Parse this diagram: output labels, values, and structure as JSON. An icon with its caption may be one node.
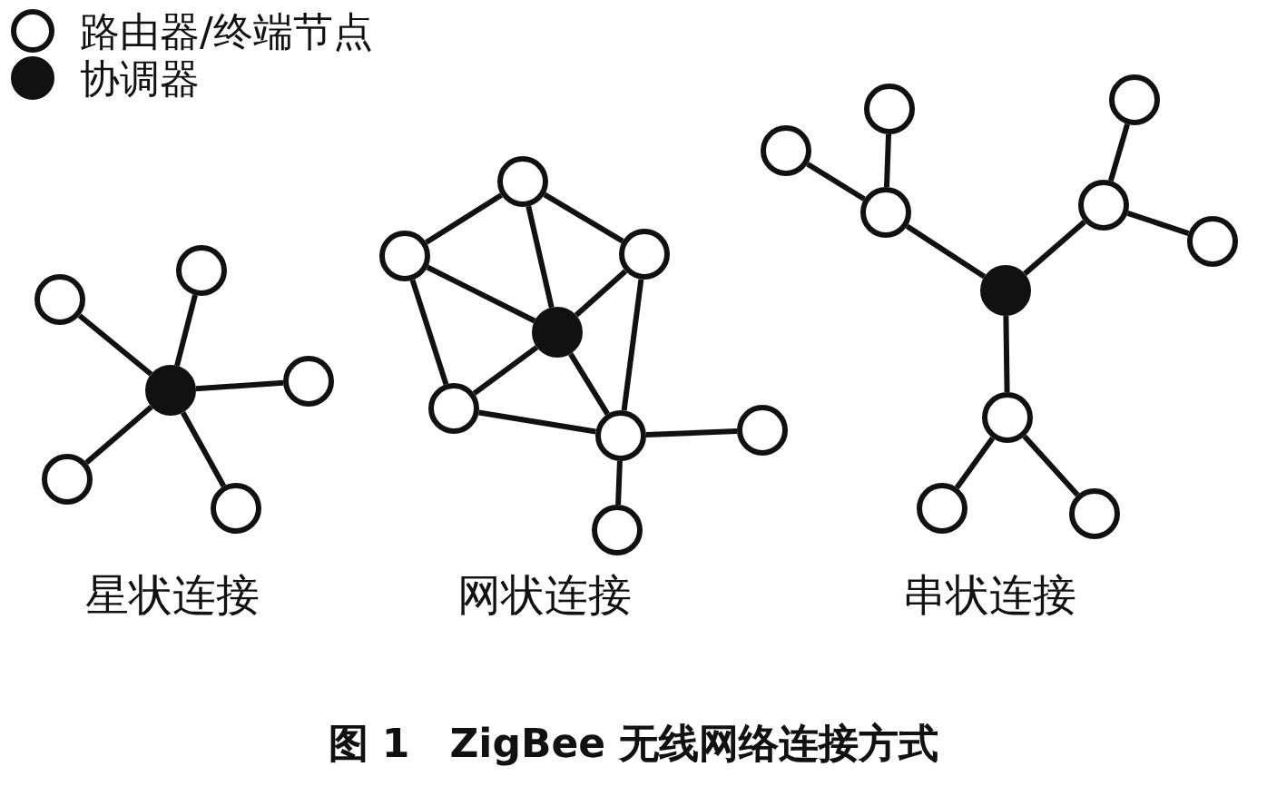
{
  "diagram": {
    "caption": "图 1　ZigBee 无线网络连接方式",
    "nodes": [
      {
        "text": [],
        "shape": "circle"
      },
      {
        "text": [],
        "shape": "circle"
      },
      {
        "text": [],
        "shape": "circle"
      },
      {
        "text": [],
        "shape": "dot"
      },
      {
        "text": [],
        "shape": "circle"
      },
      {
        "text": [],
        "shape": "circle"
      },
      {
        "text": [],
        "shape": "circle"
      },
      {
        "text": [],
        "shape": "circle"
      },
      {
        "text": [],
        "shape": "circle"
      },
      {
        "text": [],
        "shape": "dot"
      },
      {
        "text": [],
        "shape": "circle"
      },
      {
        "text": [],
        "shape": "circle"
      },
      {
        "text": [],
        "shape": "circle"
      },
      {
        "text": [],
        "shape": "circle"
      },
      {
        "text": [],
        "shape": "circle"
      },
      {
        "text": [],
        "shape": "circle"
      },
      {
        "text": [],
        "shape": "circle"
      },
      {
        "text": [],
        "shape": "circle"
      },
      {
        "text": [],
        "shape": "circle"
      },
      {
        "text": [],
        "shape": "circle"
      },
      {
        "text": [],
        "shape": "dot"
      },
      {
        "text": [],
        "shape": "circle"
      },
      {
        "text": [],
        "shape": "circle"
      },
      {
        "text": [],
        "shape": "circle"
      }
    ],
    "edges": [
      {
        "from": 3,
        "to": 0,
        "arrow": "none"
      },
      {
        "from": 3,
        "to": 1,
        "arrow": "none"
      },
      {
        "from": 3,
        "to": 2,
        "arrow": "none"
      },
      {
        "from": 3,
        "to": 4,
        "arrow": "none"
      },
      {
        "from": 3,
        "to": 5,
        "arrow": "none"
      },
      {
        "from": 6,
        "to": 8,
        "arrow": "none"
      },
      {
        "from": 6,
        "to": 7,
        "arrow": "none"
      },
      {
        "from": 6,
        "to": 9,
        "arrow": "none"
      },
      {
        "from": 8,
        "to": 9,
        "arrow": "none"
      },
      {
        "from": 7,
        "to": 9,
        "arrow": "none"
      },
      {
        "from": 8,
        "to": 10,
        "arrow": "none"
      },
      {
        "from": 7,
        "to": 12,
        "arrow": "none"
      },
      {
        "from": 10,
        "to": 9,
        "arrow": "none"
      },
      {
        "from": 10,
        "to": 12,
        "arrow": "none"
      },
      {
        "from": 9,
        "to": 12,
        "arrow": "none"
      },
      {
        "from": 12,
        "to": 11,
        "arrow": "none"
      },
      {
        "from": 12,
        "to": 13,
        "arrow": "none"
      },
      {
        "from": 20,
        "to": 18,
        "arrow": "none"
      },
      {
        "from": 18,
        "to": 15,
        "arrow": "none"
      },
      {
        "from": 18,
        "to": 16,
        "arrow": "none"
      },
      {
        "from": 20,
        "to": 17,
        "arrow": "none"
      },
      {
        "from": 17,
        "to": 14,
        "arrow": "none"
      },
      {
        "from": 17,
        "to": 19,
        "arrow": "none"
      },
      {
        "from": 20,
        "to": 21,
        "arrow": "none"
      },
      {
        "from": 21,
        "to": 22,
        "arrow": "none"
      },
      {
        "from": 21,
        "to": 23,
        "arrow": "none"
      }
    ],
    "labels": [
      "星状连接",
      "网状连接",
      "串状连接"
    ],
    "legend": [
      {
        "text": "路由器/终端节点"
      },
      {
        "text": "协调器"
      }
    ]
  }
}
